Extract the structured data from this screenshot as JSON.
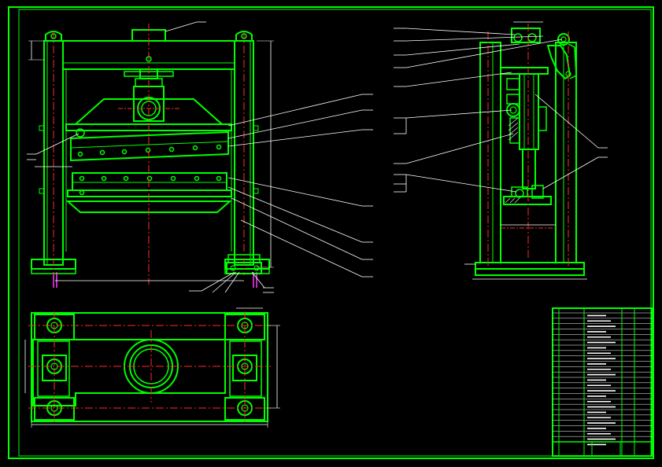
{
  "drawing": {
    "sheet_border_color": "#00ff00",
    "outline_color": "#00ff00",
    "dimension_color": "#ffffff",
    "centerline_color": "#ff2a2a",
    "hidden_detail_color": "#ff3cff",
    "background_color": "#000000"
  },
  "views": {
    "front_view": "front-view",
    "side_view": "side-view",
    "top_view": "top-view"
  },
  "title_block": {
    "rows": 24
  }
}
